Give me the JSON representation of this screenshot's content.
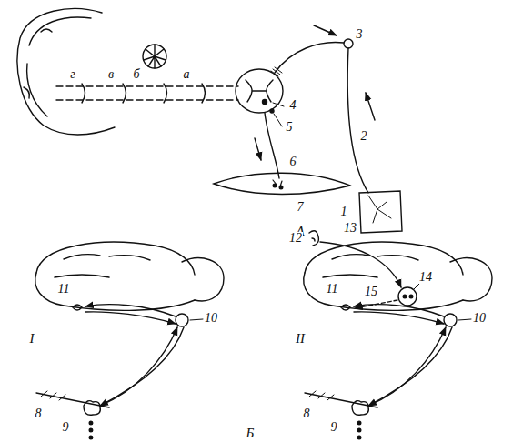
{
  "diagram": {
    "labels": [
      "1",
      "2",
      "3",
      "4",
      "5",
      "6",
      "7",
      "а",
      "б",
      "в",
      "г",
      "А",
      "11",
      "10",
      "8",
      "9",
      "I",
      "12",
      "13",
      "14",
      "11",
      "15",
      "10",
      "8",
      "9",
      "II",
      "Б"
    ]
  }
}
